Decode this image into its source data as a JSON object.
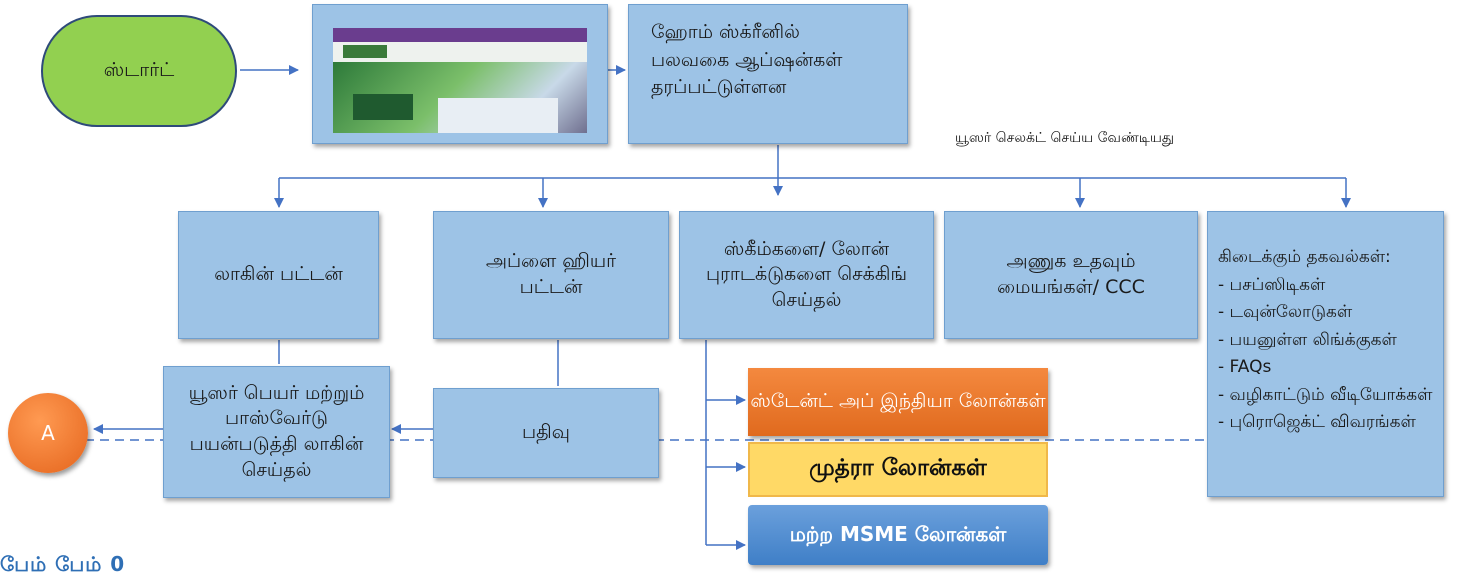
{
  "start_label": "ஸ்டார்ட்",
  "home_options": "ஹோம் ஸ்க்ரீனில் பலவகை ஆப்ஷன்கள் தரப்பட்டுள்ளன",
  "user_select_note": "யூஸர் செலக்ட் செய்ய வேண்டியது",
  "login_button": "லாகின் பட்டன்",
  "apply_button": "அப்ளை ஹியர் பட்டன்",
  "check_schemes": "ஸ்கீம்களை/ லோன் புராடக்டுகளை செக்கிங் செய்தல்",
  "contact_centers": "அணுக உதவும் மையங்கள்/ CCC",
  "info_title": "கிடைக்கும் தகவல்கள்:",
  "info_items": [
    "- பசப்ஸிடிகள்",
    "- டவுன்லோடுகள்",
    "- பயனுள்ள லிங்க்குகள்",
    "- FAQs",
    "- வழிகாட்டும் வீடியோக்கள்",
    "- புரொஜெக்ட் விவரங்கள்"
  ],
  "login_with_credentials": "யூஸர் பெயர் மற்றும் பாஸ்வேர்டு பயன்படுத்தி லாகின் செய்தல்",
  "register": "பதிவு",
  "loan_standup": "ஸ்டேன்ட் அப் இந்தியா லோன்கள்",
  "loan_mudra": "முத்ரா லோன்கள்",
  "loan_msme": "மற்ற MSME லோன்கள்",
  "connector_a": "A",
  "cut_text": "பேம் பேம் 0"
}
